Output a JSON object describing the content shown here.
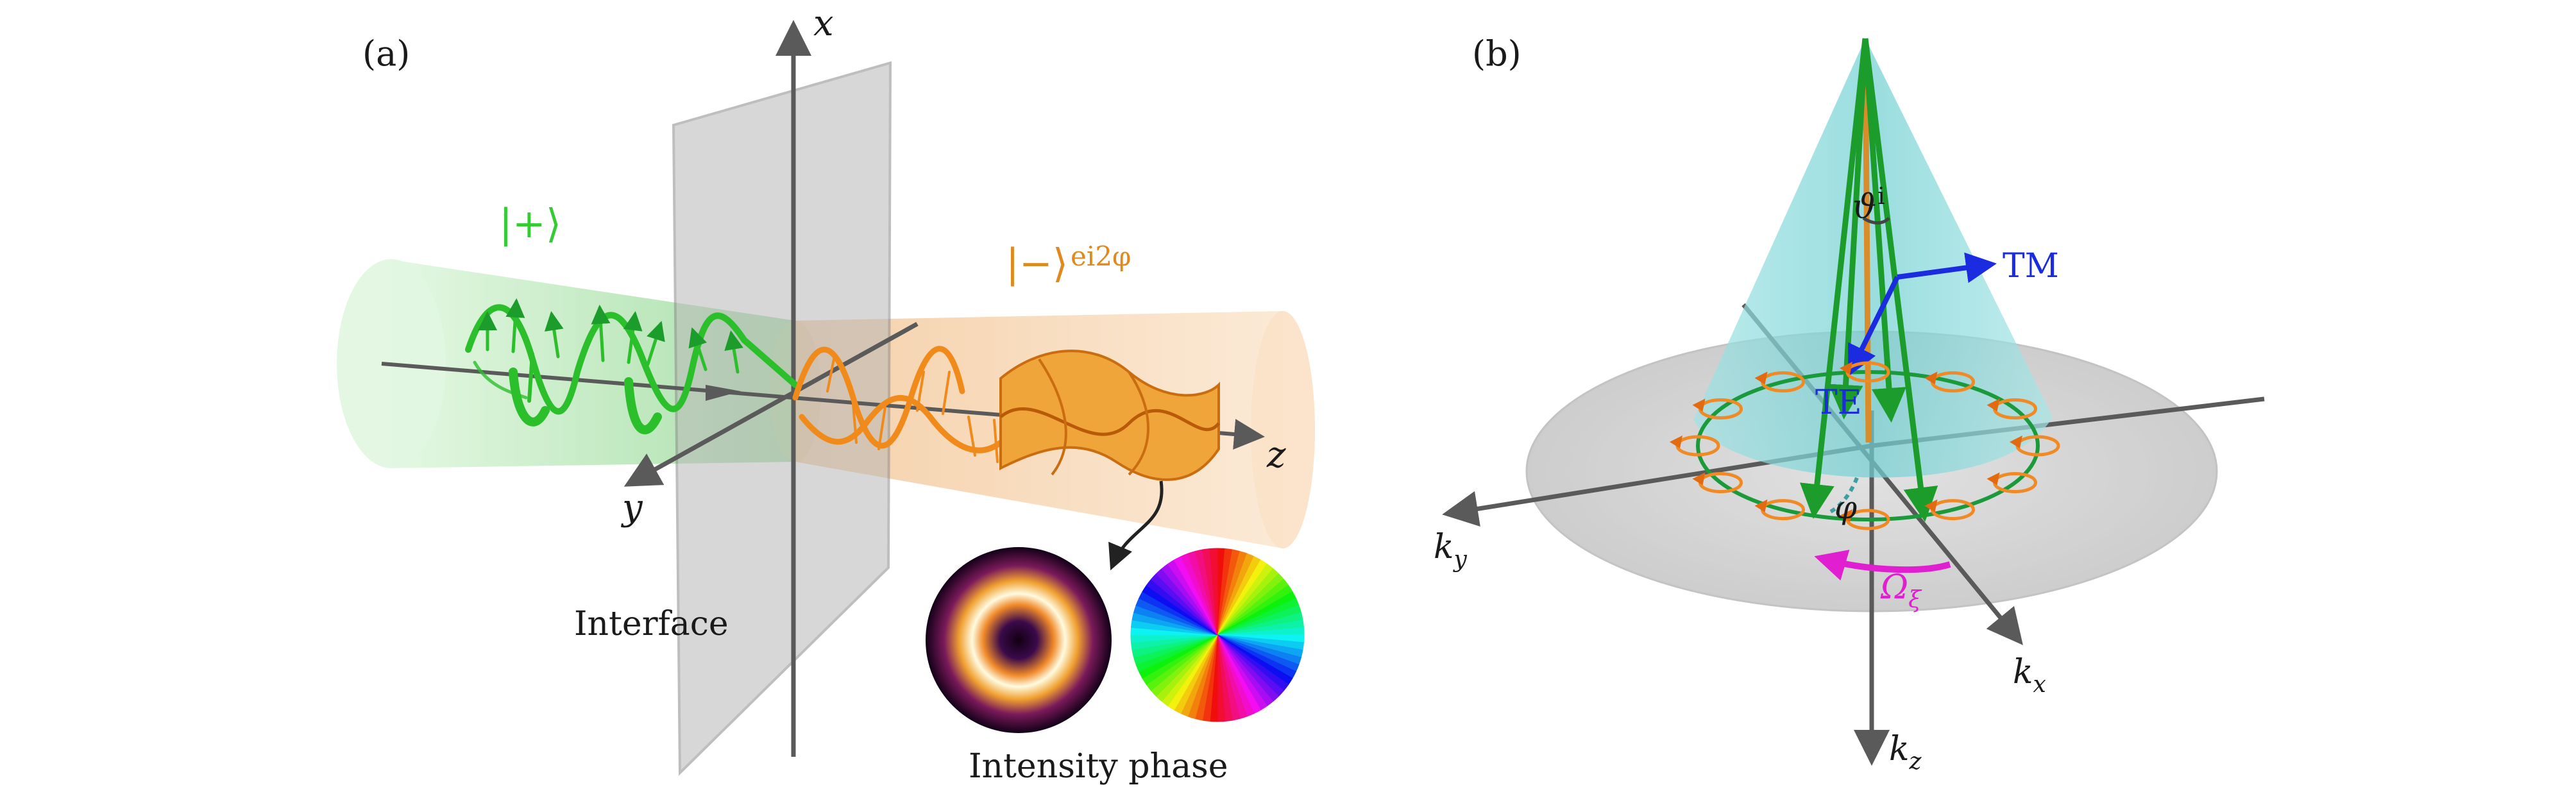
{
  "panel_a": {
    "label": "(a)",
    "axes": {
      "x": "x",
      "y": "y",
      "z": "z"
    },
    "interface_label": "Interface",
    "state_plus": "|+⟩",
    "state_minus": "|−⟩",
    "state_minus_phase": "ei2φ",
    "bottom_caption": "Intensity phase"
  },
  "panel_b": {
    "label": "(b)",
    "theta_symbol": "ϑ",
    "theta_superscript": "i",
    "tm_label": "TM",
    "te_label": "TE",
    "phi_symbol": "φ",
    "omega_symbol": "Ω",
    "omega_subscript": "ξ",
    "axes": {
      "kx": "k",
      "kx_sub": "x",
      "ky": "k",
      "ky_sub": "y",
      "kz": "k",
      "kz_sub": "z"
    }
  },
  "colors": {
    "green_beam": "#2ec82e",
    "orange_beam": "#e8902a",
    "interface_plane": "#b0b0b0",
    "axis": "#5a5a5a",
    "cone": "#7fd6d9",
    "tm_te": "#1a2be0",
    "omega": "#e020d0",
    "label_green": "#33cc33",
    "label_orange": "#e08a1e"
  }
}
